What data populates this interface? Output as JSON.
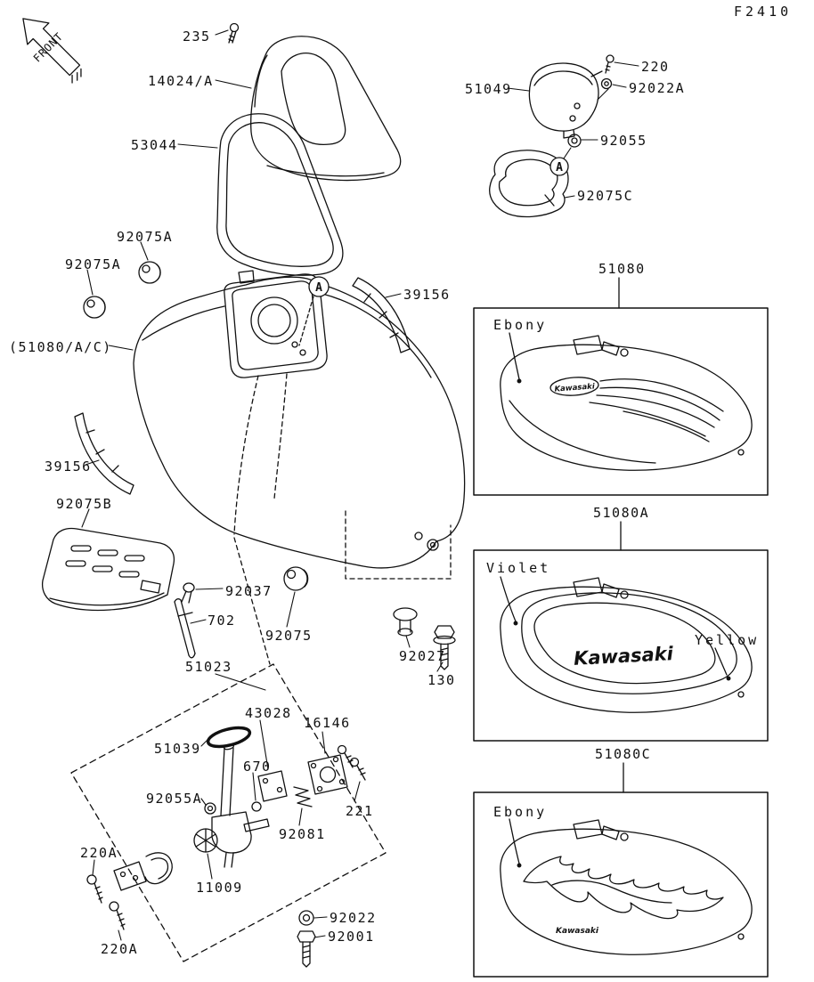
{
  "page": {
    "diagram_code": "F2410",
    "front_label": "FRONT",
    "background": "#ffffff",
    "ink": "#111111"
  },
  "detail_marker": "A",
  "callouts": {
    "c235": "235",
    "c14024A": "14024/A",
    "c53044": "53044",
    "c92075A_top": "92075A",
    "c92075A_left": "92075A",
    "c51080AC": "(51080/A/C)",
    "c39156_right": "39156",
    "c39156_left": "39156",
    "c92075B": "92075B",
    "c92037": "92037",
    "c702": "702",
    "c92075": "92075",
    "c92027": "92027",
    "c130": "130",
    "c51023": "51023",
    "c43028": "43028",
    "c16146": "16146",
    "c51039": "51039",
    "c670": "670",
    "c92055A": "92055A",
    "c92081": "92081",
    "c221": "221",
    "c220A_top": "220A",
    "c11009": "11009",
    "c220A_bottom": "220A",
    "c92022": "92022",
    "c92001": "92001",
    "c51049": "51049",
    "c220": "220",
    "c92022A": "92022A",
    "c92055": "92055",
    "c92075C": "92075C"
  },
  "variant_boxes": [
    {
      "part_no": "51080",
      "color": "Ebony",
      "brand": "Kawasaki"
    },
    {
      "part_no": "51080A",
      "color": "Violet",
      "color2": "Yellow",
      "brand": "Kawasaki"
    },
    {
      "part_no": "51080C",
      "color": "Ebony",
      "brand": "Kawasaki"
    }
  ]
}
